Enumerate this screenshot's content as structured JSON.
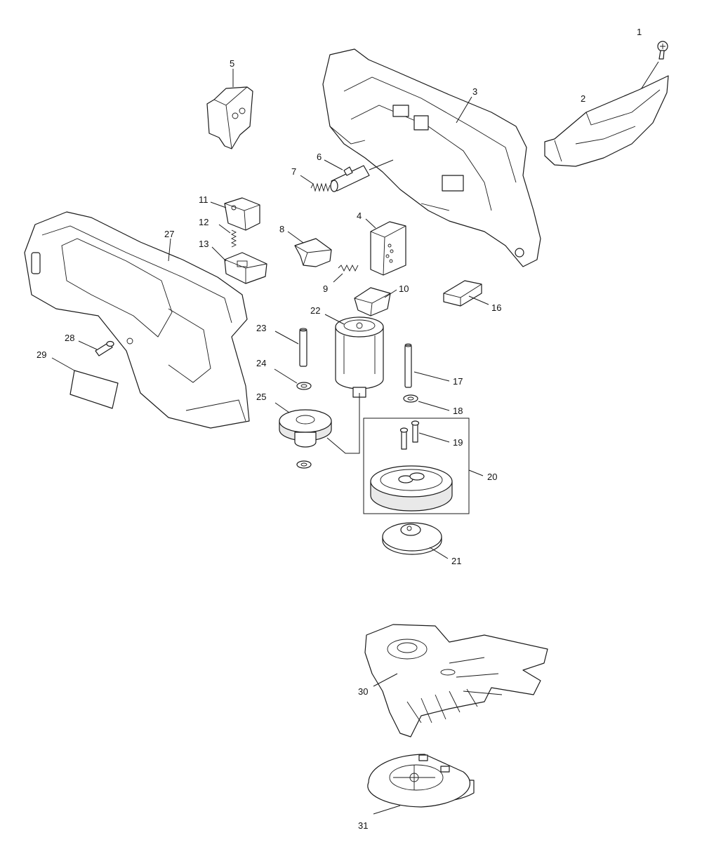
{
  "callouts": {
    "c1": "1",
    "c2": "2",
    "c3": "3",
    "c4": "4",
    "c5": "5",
    "c6": "6",
    "c7": "7",
    "c8": "8",
    "c9": "9",
    "c10": "10",
    "c11": "11",
    "c12": "12",
    "c13": "13",
    "c16": "16",
    "c17": "17",
    "c18": "18",
    "c19": "19",
    "c20": "20",
    "c21": "21",
    "c22": "22",
    "c23": "23",
    "c24": "24",
    "c25": "25",
    "c27": "27",
    "c28": "28",
    "c29": "29",
    "c30": "30",
    "c31": "31"
  }
}
